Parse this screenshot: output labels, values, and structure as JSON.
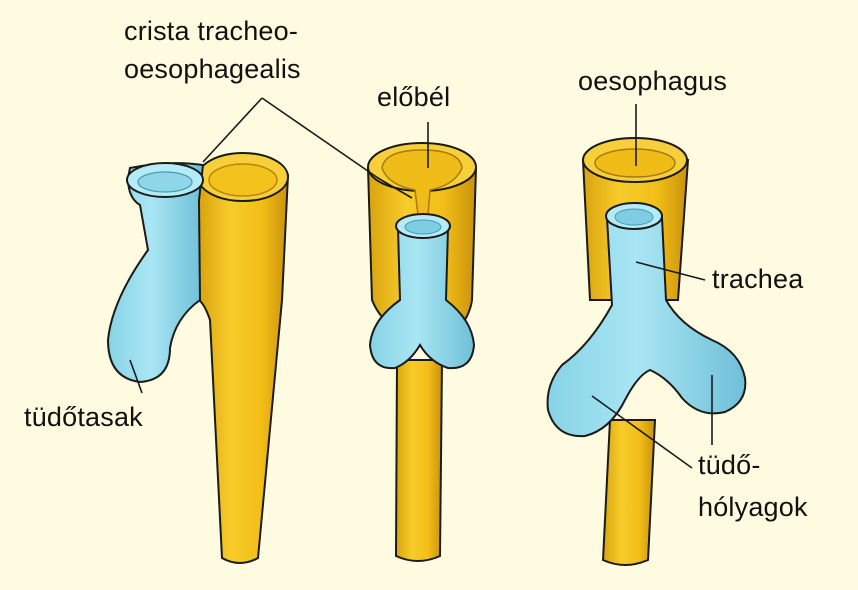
{
  "labels": {
    "crista_line1": "crista tracheo-",
    "crista_line2": "oesophagealis",
    "elobel": "előbél",
    "oesophagus": "oesophagus",
    "trachea": "trachea",
    "tudotasak": "tüdőtasak",
    "tudo_holyagok_line1": "tüdő-",
    "tudo_holyagok_line2": "hólyagok"
  },
  "colors": {
    "background": "#fffbe0",
    "foregut_yellow": "#f4c21b",
    "foregut_shadow": "#c9950c",
    "lung_blue": "#9ee0ef",
    "lung_shadow": "#5aa8c4",
    "outline": "#1a1a1a"
  }
}
